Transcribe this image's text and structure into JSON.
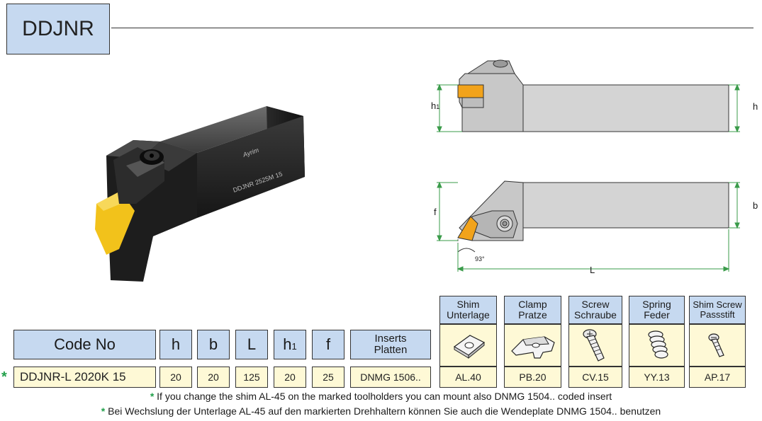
{
  "title": "DDJNR",
  "tool_marking": {
    "brand": "Ayrim",
    "code": "DDJNR 2525M 15"
  },
  "drawing_labels": {
    "h1": "h",
    "h1_sub": "1",
    "h": "h",
    "f": "f",
    "b": "b",
    "L": "L",
    "angle": "93°"
  },
  "table": {
    "headers": {
      "code_no": "Code No",
      "h": "h",
      "b": "b",
      "L": "L",
      "h1": "h",
      "h1_sub": "1",
      "f": "f",
      "inserts_line1": "Inserts",
      "inserts_line2": "Platten"
    },
    "accessories": [
      {
        "line1": "Shim",
        "line2": "Unterlage",
        "icon": "shim-icon"
      },
      {
        "line1": "Clamp",
        "line2": "Pratze",
        "icon": "clamp-icon"
      },
      {
        "line1": "Screw",
        "line2": "Schraube",
        "icon": "screw-icon"
      },
      {
        "line1": "Spring",
        "line2": "Feder",
        "icon": "spring-icon"
      },
      {
        "line1": "Shim Screw",
        "line2": "Passstift",
        "icon": "shim-screw-icon"
      }
    ],
    "row": {
      "marker": "*",
      "code": "DDJNR-L  2020K  15",
      "h": "20",
      "b": "20",
      "L": "125",
      "h1": "20",
      "f": "25",
      "insert": "DNMG 1506..",
      "shim": "AL.40",
      "clamp": "PB.20",
      "screw": "CV.15",
      "spring": "YY.13",
      "shim_screw": "AP.17"
    }
  },
  "notes": {
    "marker": "*",
    "en": "If you change the  shim  AL-45  on the marked toolholders you can mount also  DNMG 1504.. coded insert",
    "de": "Bei Wechslung der Unterlage  AL-45 auf den markierten Drehhaltern können Sie auch die Wendeplate DNMG 1504.. benutzen"
  },
  "colors": {
    "header_blue": "#c6d9f0",
    "cell_yellow": "#fef9d6",
    "star_green": "#22a04b",
    "insert_yellow": "#f2c21b",
    "dimension_green": "#3a9b4a"
  }
}
